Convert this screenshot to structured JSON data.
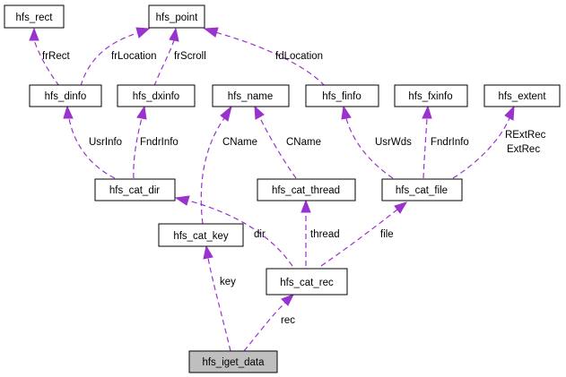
{
  "nodes": [
    {
      "id": "hfs_rect",
      "label": "hfs_rect"
    },
    {
      "id": "hfs_point",
      "label": "hfs_point"
    },
    {
      "id": "hfs_dinfo",
      "label": "hfs_dinfo"
    },
    {
      "id": "hfs_dxinfo",
      "label": "hfs_dxinfo"
    },
    {
      "id": "hfs_name",
      "label": "hfs_name"
    },
    {
      "id": "hfs_finfo",
      "label": "hfs_finfo"
    },
    {
      "id": "hfs_fxinfo",
      "label": "hfs_fxinfo"
    },
    {
      "id": "hfs_extent",
      "label": "hfs_extent"
    },
    {
      "id": "hfs_cat_dir",
      "label": "hfs_cat_dir"
    },
    {
      "id": "hfs_cat_thread",
      "label": "hfs_cat_thread"
    },
    {
      "id": "hfs_cat_file",
      "label": "hfs_cat_file"
    },
    {
      "id": "hfs_cat_key",
      "label": "hfs_cat_key"
    },
    {
      "id": "hfs_cat_rec",
      "label": "hfs_cat_rec"
    },
    {
      "id": "hfs_iget_data",
      "label": "hfs_iget_data",
      "highlighted": true
    }
  ],
  "edges": [
    {
      "id": "e1",
      "labels": [
        "frRect"
      ]
    },
    {
      "id": "e2",
      "labels": [
        "frLocation"
      ]
    },
    {
      "id": "e3",
      "labels": [
        "frScroll"
      ]
    },
    {
      "id": "e4",
      "labels": [
        "fdLocation"
      ]
    },
    {
      "id": "e5",
      "labels": [
        "UsrInfo"
      ]
    },
    {
      "id": "e6",
      "labels": [
        "FndrInfo"
      ]
    },
    {
      "id": "e7",
      "labels": [
        "CName"
      ]
    },
    {
      "id": "e8",
      "labels": [
        "CName"
      ]
    },
    {
      "id": "e9",
      "labels": [
        "UsrWds"
      ]
    },
    {
      "id": "e10",
      "labels": [
        "FndrInfo"
      ]
    },
    {
      "id": "e11",
      "labels": [
        "RExtRec",
        "ExtRec"
      ]
    },
    {
      "id": "e12",
      "labels": [
        "dir"
      ]
    },
    {
      "id": "e13",
      "labels": [
        "thread"
      ]
    },
    {
      "id": "e14",
      "labels": [
        "file"
      ]
    },
    {
      "id": "e15",
      "labels": [
        "key"
      ]
    },
    {
      "id": "e16",
      "labels": [
        "rec"
      ]
    }
  ]
}
